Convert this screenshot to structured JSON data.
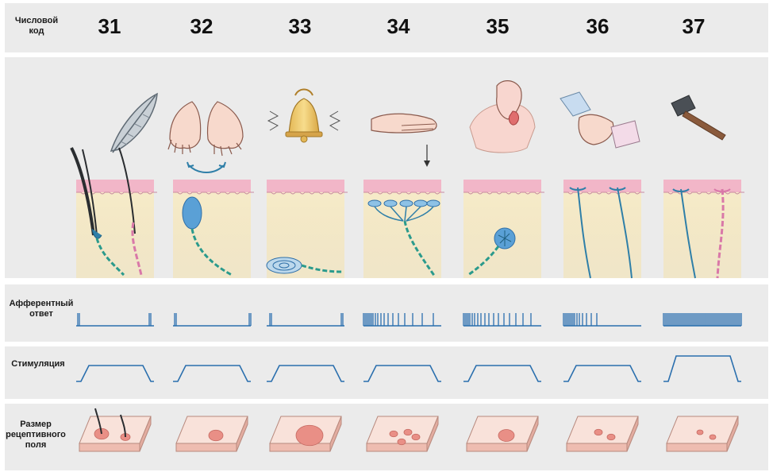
{
  "header": {
    "code_label_line1": "Числовой",
    "code_label_line2": "код",
    "codes": [
      "31",
      "32",
      "33",
      "34",
      "35",
      "36",
      "37"
    ]
  },
  "rows": {
    "afferent_line1": "Афферентный",
    "afferent_line2": "ответ",
    "stimulation": "Стимуляция",
    "field_line1": "Размер",
    "field_line2": "рецептивного",
    "field_line3": "поля"
  },
  "stimuli": [
    "feather-icon",
    "hands-icon",
    "bell-icon",
    "hand-icon",
    "tongue-icon",
    "handshake-icon",
    "hammer-icon"
  ],
  "colors": {
    "nerve": "#2f7fa8",
    "trace": "#2a6fae",
    "skin_top": "#f2b6c8",
    "tissue": "#f6e8c2",
    "pink_fiber": "#d978a8",
    "field_spot": "#e98f86"
  }
}
